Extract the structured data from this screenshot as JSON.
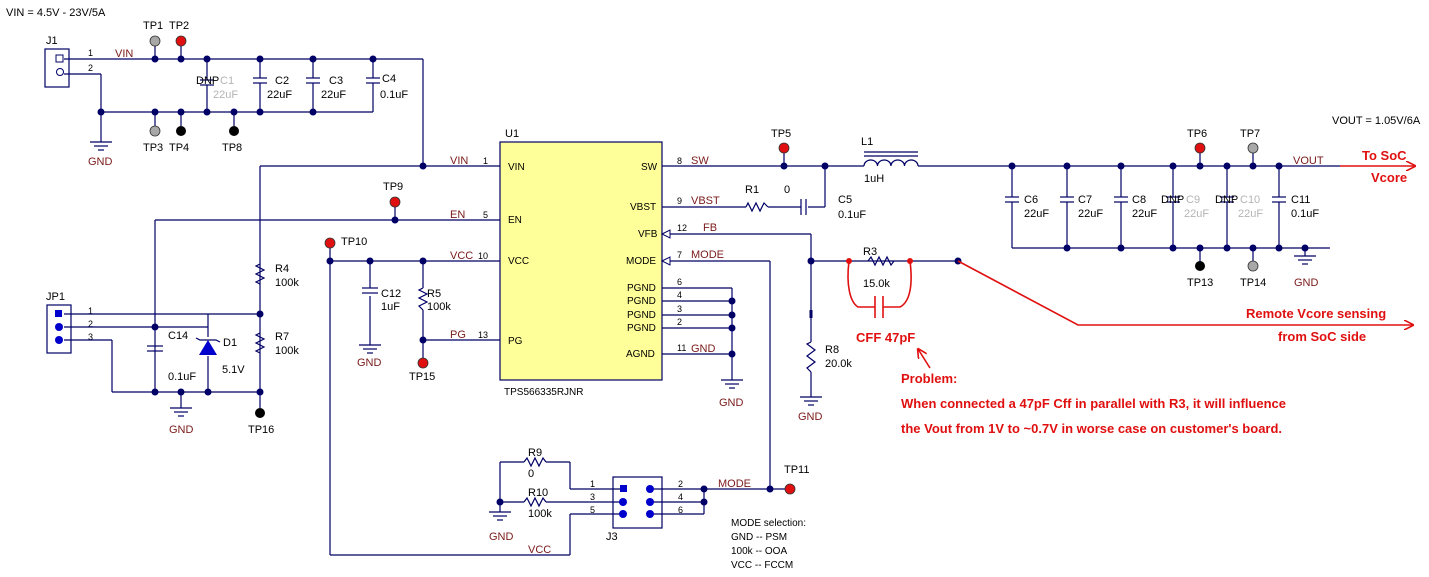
{
  "input_spec": "VIN = 4.5V - 23V/5A",
  "output_spec": "VOUT = 1.05V/6A",
  "ic": {
    "ref": "U1",
    "part": "TPS566335RJNR",
    "pins_left": [
      {
        "num": "1",
        "name": "VIN",
        "net": "VIN"
      },
      {
        "num": "5",
        "name": "EN",
        "net": "EN"
      },
      {
        "num": "10",
        "name": "VCC",
        "net": "VCC"
      },
      {
        "num": "13",
        "name": "PG",
        "net": "PG"
      }
    ],
    "pins_right": [
      {
        "num": "8",
        "name": "SW",
        "net": "SW"
      },
      {
        "num": "9",
        "name": "VBST",
        "net": "VBST"
      },
      {
        "num": "12",
        "name": "VFB",
        "net": "FB"
      },
      {
        "num": "7",
        "name": "MODE",
        "net": "MODE"
      },
      {
        "num": "6",
        "name": "PGND",
        "net": ""
      },
      {
        "num": "4",
        "name": "PGND",
        "net": ""
      },
      {
        "num": "3",
        "name": "PGND",
        "net": ""
      },
      {
        "num": "2",
        "name": "PGND",
        "net": ""
      },
      {
        "num": "11",
        "name": "AGND",
        "net": "GND"
      }
    ]
  },
  "connectors": {
    "j1": {
      "ref": "J1",
      "pin1": "1",
      "pin2": "2",
      "net1": "VIN"
    },
    "jp1": {
      "ref": "JP1",
      "pins": [
        "1",
        "2",
        "3"
      ]
    },
    "j3": {
      "ref": "J3",
      "pins_left": [
        "1",
        "3",
        "5"
      ],
      "pins_right": [
        "2",
        "4",
        "6"
      ],
      "net": "MODE"
    }
  },
  "caps_in": [
    {
      "ref": "C1",
      "value": "22uF",
      "dnp": "DNP"
    },
    {
      "ref": "C2",
      "value": "22uF"
    },
    {
      "ref": "C3",
      "value": "22uF"
    },
    {
      "ref": "C4",
      "value": "0.1uF"
    }
  ],
  "caps_out": [
    {
      "ref": "C6",
      "value": "22uF"
    },
    {
      "ref": "C7",
      "value": "22uF"
    },
    {
      "ref": "C8",
      "value": "22uF"
    },
    {
      "ref": "C9",
      "value": "22uF",
      "dnp": "DNP"
    },
    {
      "ref": "C10",
      "value": "22uF",
      "dnp": "DNP"
    },
    {
      "ref": "C11",
      "value": "0.1uF"
    }
  ],
  "parts": {
    "r1": {
      "ref": "R1",
      "value": "0"
    },
    "c5": {
      "ref": "C5",
      "value": "0.1uF"
    },
    "l1": {
      "ref": "L1",
      "value": "1uH"
    },
    "r3": {
      "ref": "R3",
      "value": "15.0k"
    },
    "r8": {
      "ref": "R8",
      "value": "20.0k"
    },
    "r4": {
      "ref": "R4",
      "value": "100k"
    },
    "r7": {
      "ref": "R7",
      "value": "100k"
    },
    "r5": {
      "ref": "R5",
      "value": "100k"
    },
    "c12": {
      "ref": "C12",
      "value": "1uF"
    },
    "c14": {
      "ref": "C14",
      "value": "0.1uF"
    },
    "d1": {
      "ref": "D1",
      "value": "5.1V"
    },
    "r9": {
      "ref": "R9",
      "value": "0"
    },
    "r10": {
      "ref": "R10",
      "value": "100k"
    }
  },
  "testpoints": {
    "tp1": "TP1",
    "tp2": "TP2",
    "tp3": "TP3",
    "tp4": "TP4",
    "tp5": "TP5",
    "tp6": "TP6",
    "tp7": "TP7",
    "tp8": "TP8",
    "tp9": "TP9",
    "tp10": "TP10",
    "tp11": "TP11",
    "tp13": "TP13",
    "tp14": "TP14",
    "tp15": "TP15",
    "tp16": "TP16"
  },
  "nets": {
    "gnd": "GND",
    "vin": "VIN",
    "vout": "VOUT",
    "vcc": "VCC",
    "mode": "MODE",
    "fb": "FB",
    "en": "EN",
    "pg": "PG",
    "sw": "SW",
    "vbst": "VBST"
  },
  "mode_selection": {
    "title": "MODE selection:",
    "lines": [
      "GND -- PSM",
      "100k -- OOA",
      "VCC -- FCCM"
    ]
  },
  "annotations": {
    "to_soc_line1": "To SoC",
    "to_soc_line2": "Vcore",
    "remote_line1": "Remote Vcore sensing",
    "remote_line2": "from SoC side",
    "cff_label": "CFF 47pF",
    "problem_title": "Problem:",
    "problem_line1": "When connected a 47pF Cff in parallel with R3, it will influence",
    "problem_line2": "the Vout from 1V to ~0.7V in worse case on customer's board."
  },
  "colors": {
    "wire": "#000066",
    "net_label": "#7a1a1a",
    "annotation": "#e01010",
    "ic_fill": "#ffff99",
    "tp_red": "#e01010",
    "tp_gray": "#a8a8a8",
    "tp_black": "#000000",
    "junction": "#000066"
  }
}
